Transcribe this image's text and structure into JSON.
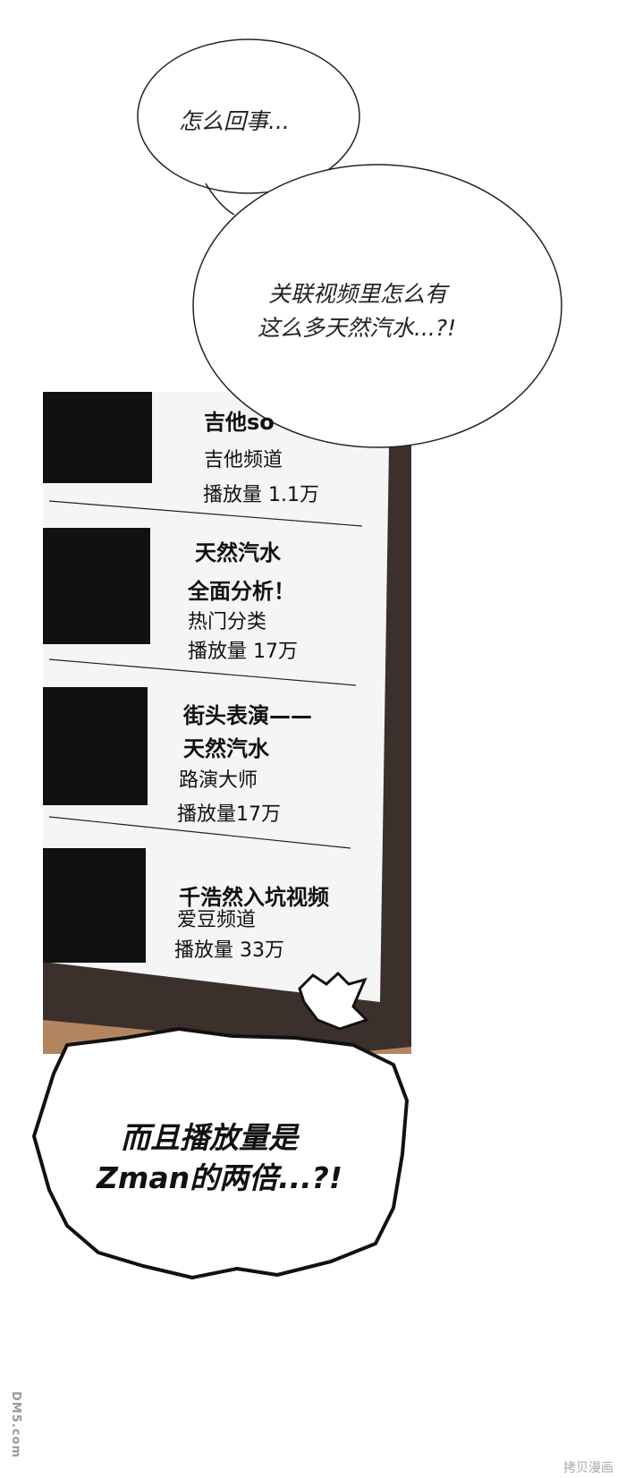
{
  "bubbles": {
    "top": "怎么回事...",
    "middle_line1": "关联视频里怎么有",
    "middle_line2": "这么多天然汽水...?!",
    "bottom_line1": "而且播放量是",
    "bottom_line2": "Zman的两倍...?!"
  },
  "video_list": [
    {
      "title_lines": [
        "吉他so"
      ],
      "channel": "吉他频道",
      "views": "播放量 1.1万"
    },
    {
      "title_lines": [
        "天然汽水",
        "全面分析！"
      ],
      "channel": "热门分类",
      "views": "播放量 17万"
    },
    {
      "title_lines": [
        "街头表演——",
        "天然汽水"
      ],
      "channel": "路演大师",
      "views": "播放量17万"
    },
    {
      "title_lines": [
        "千浩然入坑视频"
      ],
      "channel": "爱豆频道",
      "views": "播放量 33万"
    }
  ],
  "watermarks": {
    "left": "DM5.com",
    "right": "拷贝漫画"
  },
  "colors": {
    "screen": "#f5f5f5",
    "bezel": "#3b302c",
    "floor": "#b3855f",
    "thumbnail": "#111111"
  }
}
